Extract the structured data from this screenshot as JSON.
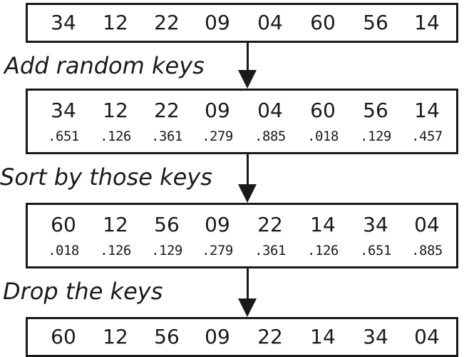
{
  "steps": [
    {
      "values": [
        "34",
        "12",
        "22",
        "09",
        "04",
        "60",
        "56",
        "14"
      ],
      "keys": []
    },
    {
      "values": [
        "34",
        "12",
        "22",
        "09",
        "04",
        "60",
        "56",
        "14"
      ],
      "keys": [
        ".651",
        ".126",
        ".361",
        ".279",
        ".885",
        ".018",
        ".129",
        ".457"
      ]
    },
    {
      "values": [
        "60",
        "12",
        "56",
        "09",
        "22",
        "14",
        "34",
        "04"
      ],
      "keys": [
        ".018",
        ".126",
        ".129",
        ".279",
        ".361",
        ".126",
        ".651",
        ".885"
      ]
    },
    {
      "values": [
        "60",
        "12",
        "56",
        "09",
        "22",
        "14",
        "34",
        "04"
      ],
      "keys": []
    }
  ],
  "labels": [
    "Add random keys",
    "Sort by those keys",
    "Drop the keys"
  ]
}
